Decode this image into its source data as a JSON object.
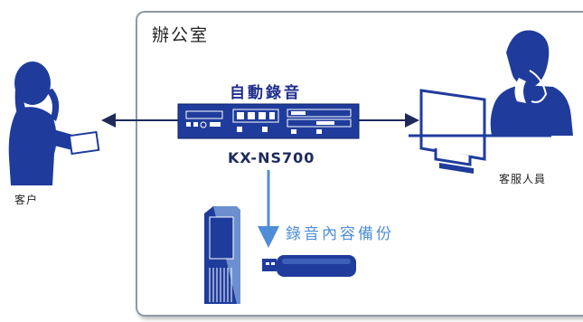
{
  "office": {
    "label": "辦公室"
  },
  "device": {
    "function_label": "自動錄音",
    "model": "KX-NS700"
  },
  "customer": {
    "label": "客户"
  },
  "staff": {
    "label": "客服人員"
  },
  "backup": {
    "label": "錄音內容備份"
  },
  "colors": {
    "primary": "#1f3c9c",
    "accent": "#4f8ed7",
    "frame": "#8f9aa8",
    "text": "#222222"
  },
  "icons": [
    "customer-person-icon",
    "agent-person-icon",
    "pbx-device-icon",
    "computer-monitor-icon",
    "storage-tower-icon",
    "usb-drive-icon"
  ]
}
